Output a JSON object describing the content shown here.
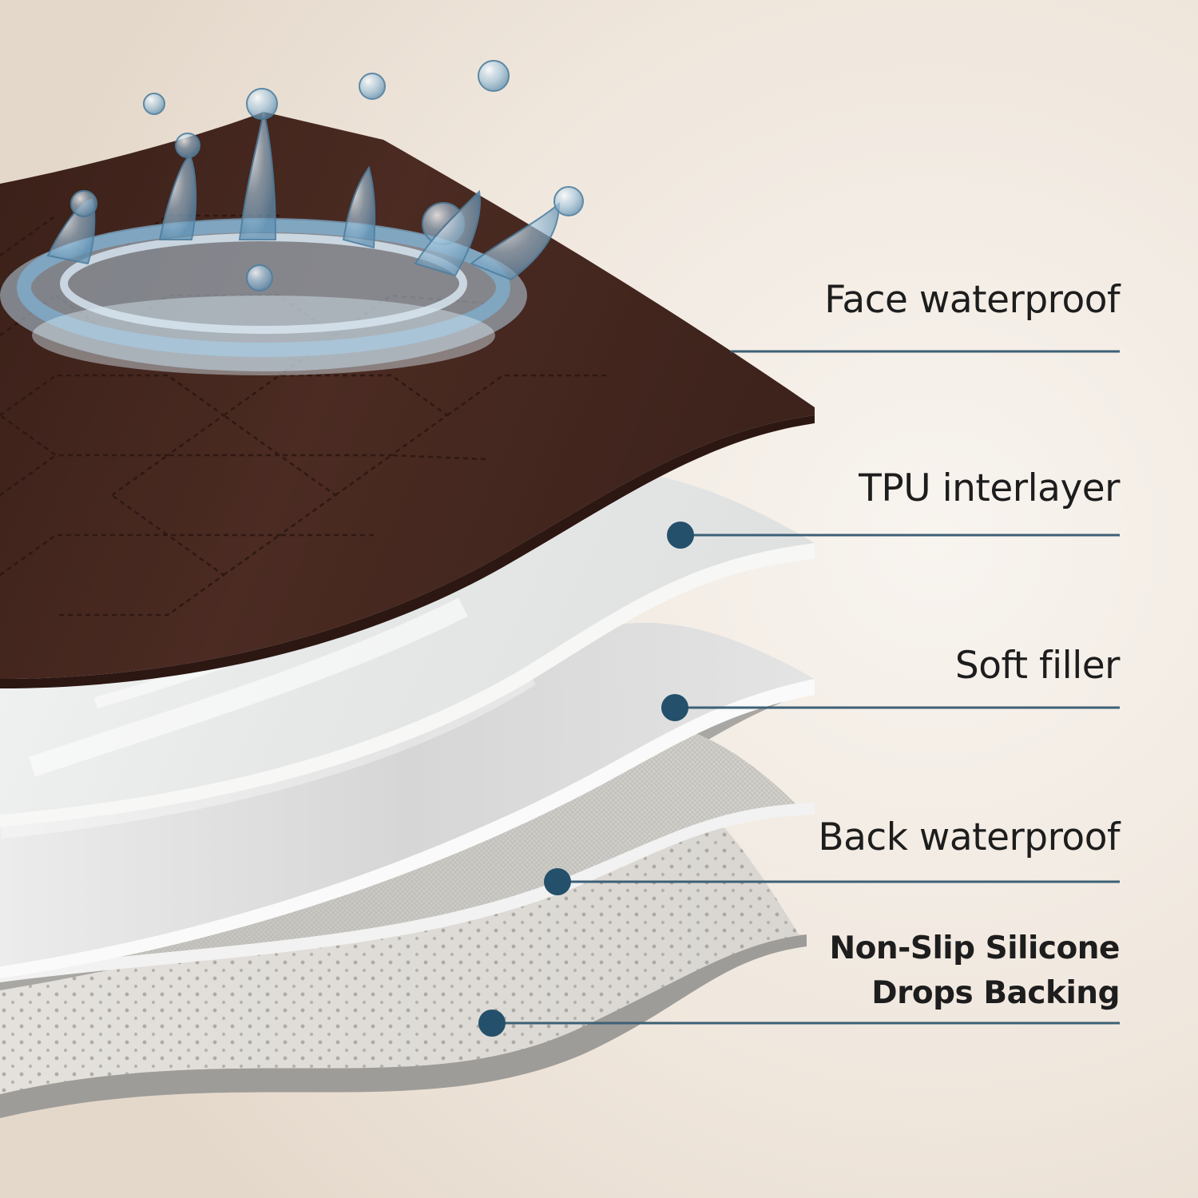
{
  "layers": [
    {
      "label": "Face waterproof"
    },
    {
      "label": "TPU interlayer"
    },
    {
      "label": "Soft filler"
    },
    {
      "label": "Back waterproof"
    },
    {
      "label_lines": [
        "Non-Slip Silicone",
        "Drops Backing"
      ]
    }
  ],
  "colors": {
    "background": "#efe7de",
    "face_fabric": "#4a2a22",
    "tpu_film": "#e9ebeb",
    "filler": "#dcdcdc",
    "back_fabric": "#c9c7c2",
    "silicone_backing": "#dedbd6",
    "marker": "#24506b",
    "leader_line": "#3d6076",
    "water": "#8fb9d6"
  },
  "icons": [
    "water-splash-icon"
  ]
}
